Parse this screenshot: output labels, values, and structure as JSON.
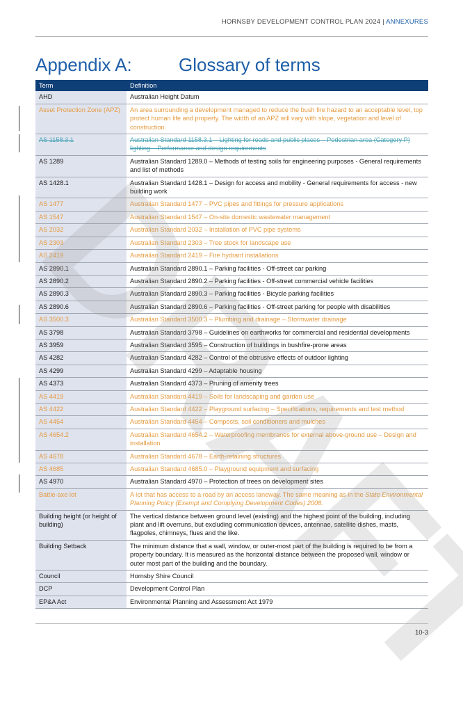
{
  "header": {
    "doc_title": "HORNSBY DEVELOPMENT CONTROL PLAN 2024",
    "separator": "|",
    "section": "ANNEXURES"
  },
  "page_title": {
    "appendix": "Appendix A:",
    "title": "Glossary of terms"
  },
  "watermark": "DRAFT",
  "table": {
    "headers": [
      "Term",
      "Definition"
    ],
    "rows": [
      {
        "term": "AHD",
        "def": "Australian Height Datum",
        "style": "normal"
      },
      {
        "term": "Asset Protection Zone (APZ)",
        "def": "An area surrounding a development managed to reduce the bush fire hazard to an acceptable level, top protect human life and property. The width of an APZ will vary with slope, vegetation and level of construction.",
        "style": "orange"
      },
      {
        "term": "AS 1158.3.1",
        "def": "Australian Standard 1158.3.1 – Lighting for roads and public places – Pedestrian area (Category P) lighting – Performance and design requirements",
        "style": "struck"
      },
      {
        "term": "AS 1289",
        "def": "Australian Standard 1289.0 – Methods of testing soils for engineering purposes - General requirements and list of methods",
        "style": "normal"
      },
      {
        "term": "AS 1428.1",
        "def": "Australian Standard 1428.1 – Design for access and mobility - General requirements for access - new building work",
        "style": "normal"
      },
      {
        "term": "AS 1477",
        "def": "Australian Standard 1477 – PVC pipes and fittings for pressure applications",
        "style": "orange"
      },
      {
        "term": "AS 1547",
        "def": "Australian Standard 1547 – On-site domestic wastewater management",
        "style": "orange"
      },
      {
        "term": "AS 2032",
        "def": "Australian Standard 2032 – Installation of PVC pipe systems",
        "style": "orange"
      },
      {
        "term": "AS 2303",
        "def": "Australian Standard 2303 – Tree stock for landscape use",
        "style": "orange"
      },
      {
        "term": "AS 2419",
        "def": "Australian Standard 2419 – Fire hydrant installations",
        "style": "orange"
      },
      {
        "term": "AS 2890.1",
        "def": "Australian Standard 2890.1 – Parking facilities - Off-street car parking",
        "style": "normal"
      },
      {
        "term": "AS 2890.2",
        "def": "Australian Standard 2890.2 – Parking facilities - Off-street commercial vehicle facilities",
        "style": "normal"
      },
      {
        "term": "AS 2890.3",
        "def": "Australian Standard 2890.3 – Parking facilities - Bicycle parking facilities",
        "style": "normal"
      },
      {
        "term": "AS 2890.6",
        "def": "Australian Standard 2890.6 – Parking facilities - Off-street parking for people with disabilities",
        "style": "normal"
      },
      {
        "term": "AS 3500.3",
        "def": "Australian Standard 3500.3 – Plumbing and drainage – Stormwater drainage",
        "style": "orange"
      },
      {
        "term": "AS 3798",
        "def": "Australian Standard 3798 – Guidelines on earthworks for commercial and residential developments",
        "style": "normal"
      },
      {
        "term": "AS 3959",
        "def": "Australian Standard 3595 – Construction of buildings in bushfire-prone areas",
        "style": "normal"
      },
      {
        "term": "AS 4282",
        "def": "Australian Standard 4282 – Control of the obtrusive effects of outdoor lighting",
        "style": "normal"
      },
      {
        "term": "AS 4299",
        "def": "Australian Standard 4299 – Adaptable housing",
        "style": "normal"
      },
      {
        "term": "AS 4373",
        "def": "Australian Standard 4373 – Pruning of amenity trees",
        "style": "normal"
      },
      {
        "term": "AS 4419",
        "def": "Australian Standard 4419 – Soils for landscaping and garden use",
        "style": "orange"
      },
      {
        "term": "AS 4422",
        "def": "Australian Standard 4422 – Playground surfacing – Specifications, requirements and test method",
        "style": "orange"
      },
      {
        "term": "AS 4454",
        "def": "Australian Standard 4454 – Composts, soil conditioners and mulches",
        "style": "orange"
      },
      {
        "term": "AS 4654.2",
        "def": "Australian Standard 4654.2 – Waterproofing membranes for external above-ground use – Design and installation",
        "style": "orange"
      },
      {
        "term": "AS 4678",
        "def": "Australian Standard 4678 – Earth-retaining structures",
        "style": "orange"
      },
      {
        "term": "AS 4685",
        "def": "Australian Standard 4685.0 – Playground equipment and surfacing",
        "style": "orange"
      },
      {
        "term": "AS 4970",
        "def": "Australian Standard 4970 – Protection of trees on development sites",
        "style": "normal"
      },
      {
        "term": "Battle-axe lot",
        "def": "A lot that has access to a road by an access laneway. The same meaning as in the ",
        "def_italic": "State Environmental Planning Policy (Exempt and Complying Development Codes) 2008.",
        "style": "orange"
      },
      {
        "term": "Building height (or height of building)",
        "def": "The vertical distance between ground level (existing) and the highest point of the building, including plant and lift overruns, but excluding communication devices, antennae, satellite dishes, masts, flagpoles, chimneys, flues and the like.",
        "style": "normal"
      },
      {
        "term": "Building Setback",
        "def": "The minimum distance that a wall, window, or outer-most part of the building is required to be from a property boundary. It is measured as the horizontal distance between the proposed wall, window or outer most part of the building and the boundary.",
        "style": "normal"
      },
      {
        "term": "Council",
        "def": "Hornsby Shire Council",
        "style": "normal"
      },
      {
        "term": "DCP",
        "def": "Development Control Plan",
        "style": "normal"
      },
      {
        "term": "EP&A Act",
        "def": "Environmental Planning and Assessment Act 1979",
        "style": "normal"
      }
    ]
  },
  "footer": {
    "page_number": "10-3"
  }
}
